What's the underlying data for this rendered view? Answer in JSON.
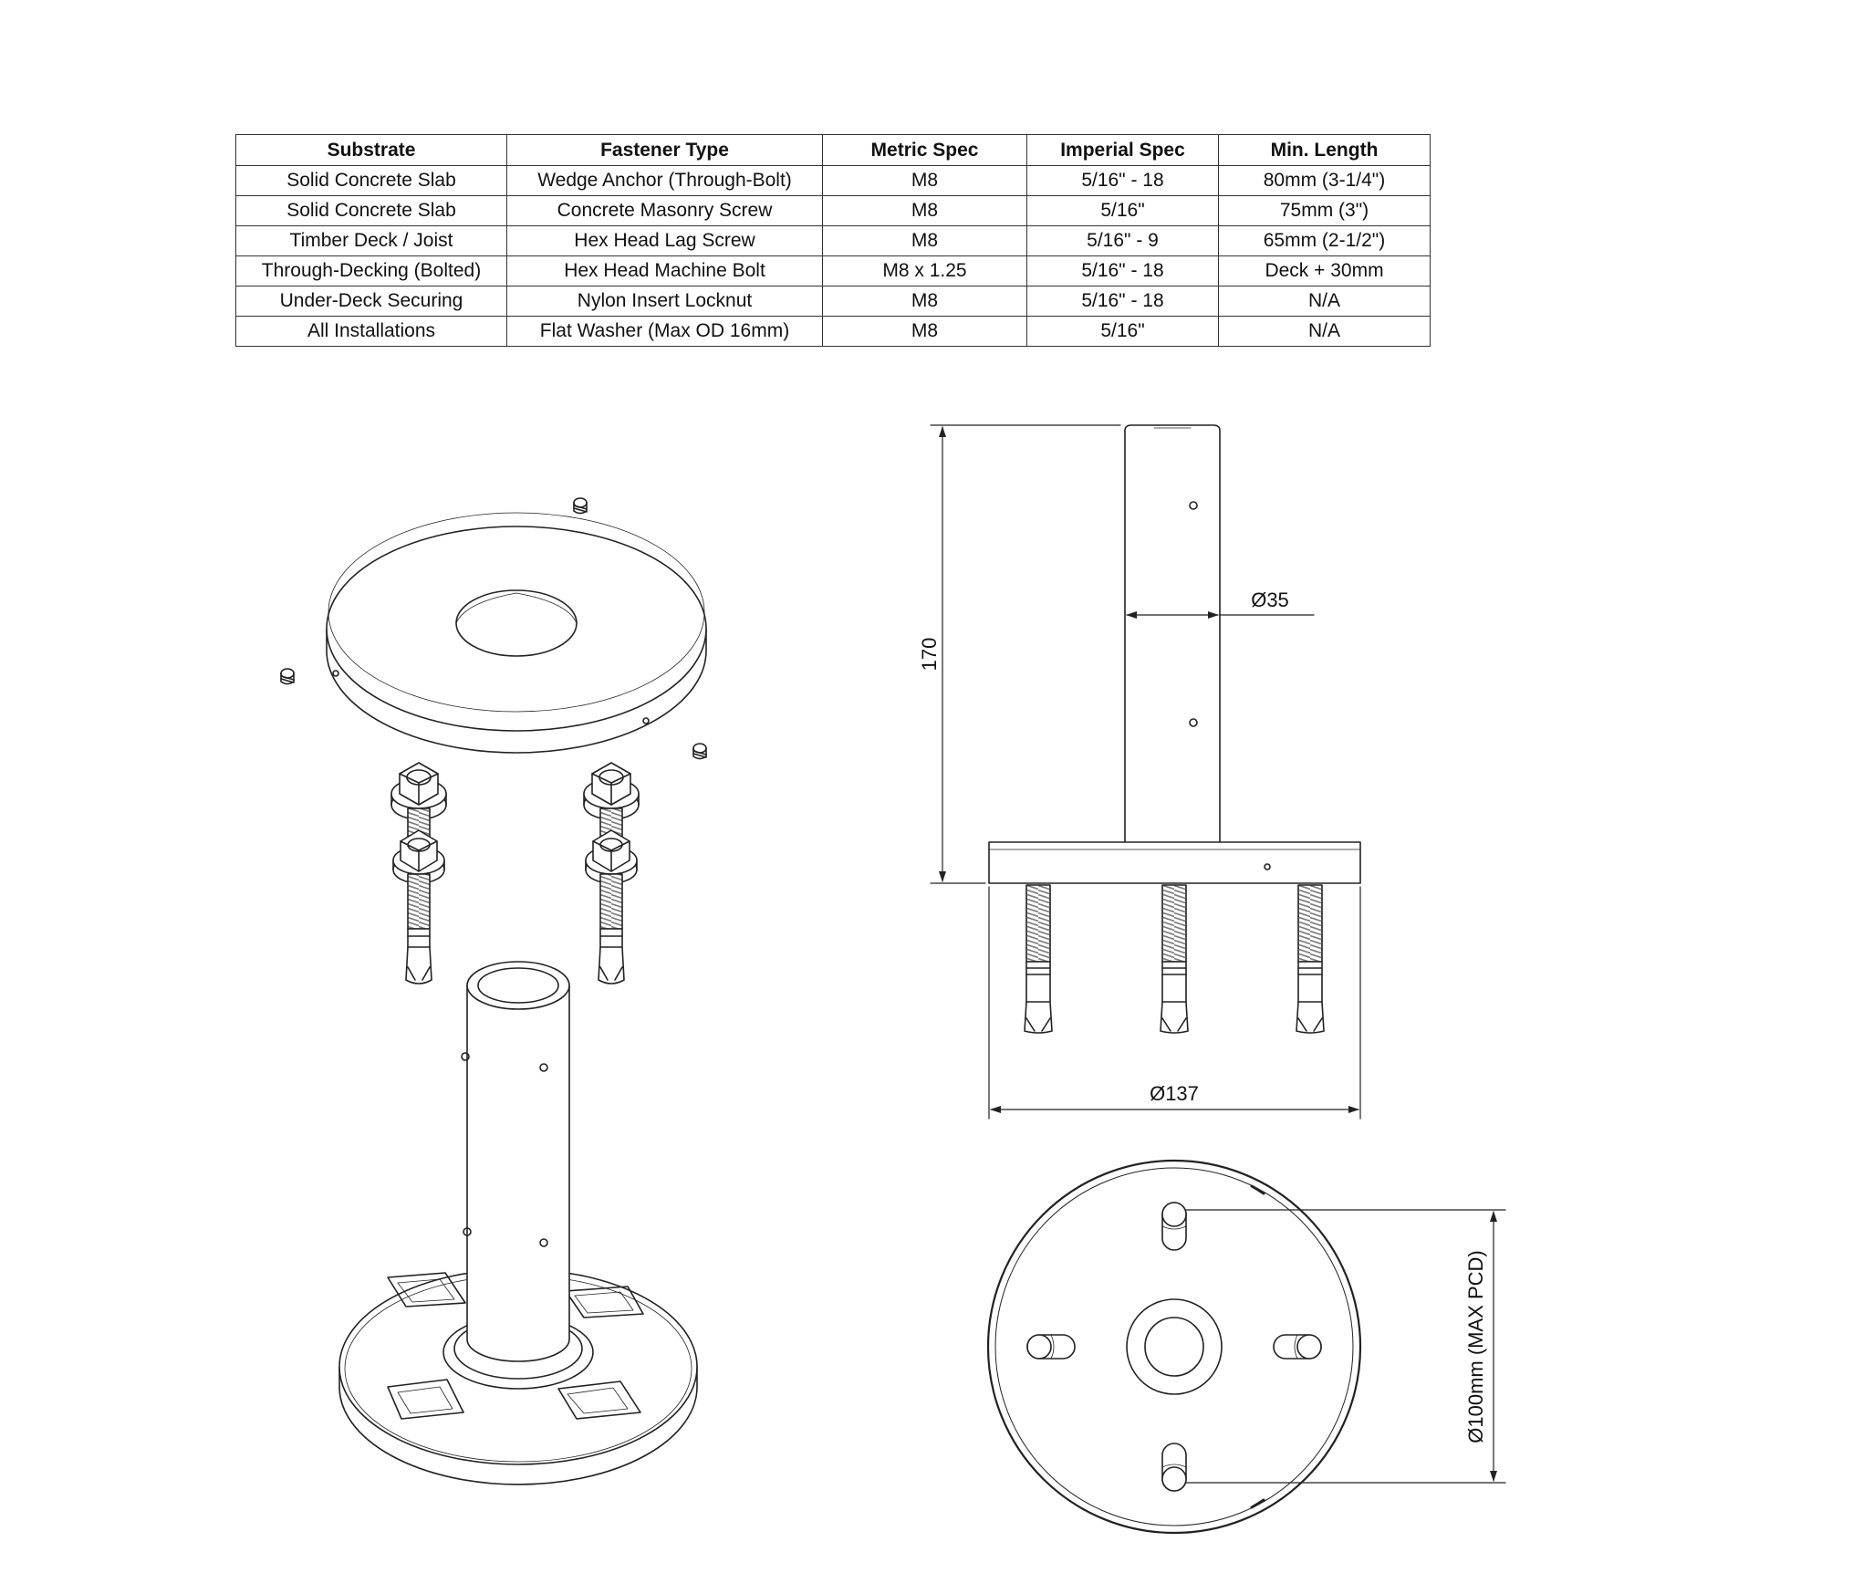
{
  "table": {
    "headers": [
      "Substrate",
      "Fastener Type",
      "Metric Spec",
      "Imperial Spec",
      "Min. Length"
    ],
    "rows": [
      [
        "Solid Concrete Slab",
        "Wedge Anchor (Through-Bolt)",
        "M8",
        "5/16\" - 18",
        "80mm (3-1/4\")"
      ],
      [
        "Solid Concrete Slab",
        "Concrete Masonry Screw",
        "M8",
        "5/16\"",
        "75mm (3\")"
      ],
      [
        "Timber Deck / Joist",
        "Hex Head Lag Screw",
        "M8",
        "5/16\" - 9",
        "65mm (2-1/2\")"
      ],
      [
        "Through-Decking (Bolted)",
        "Hex Head Machine Bolt",
        "M8 x 1.25",
        "5/16\" - 18",
        "Deck + 30mm"
      ],
      [
        "Under-Deck Securing",
        "Nylon Insert Locknut",
        "M8",
        "5/16\" - 18",
        "N/A"
      ],
      [
        "All Installations",
        "Flat Washer (Max OD 16mm)",
        "M8",
        "5/16\"",
        "N/A"
      ]
    ]
  },
  "dimensions": {
    "height": "170",
    "tube_diameter": "Ø35",
    "base_diameter": "Ø137",
    "pcd": "Ø100mm (MAX PCD)"
  },
  "colors": {
    "line": "#222222",
    "thread": "#8a8a8a"
  }
}
